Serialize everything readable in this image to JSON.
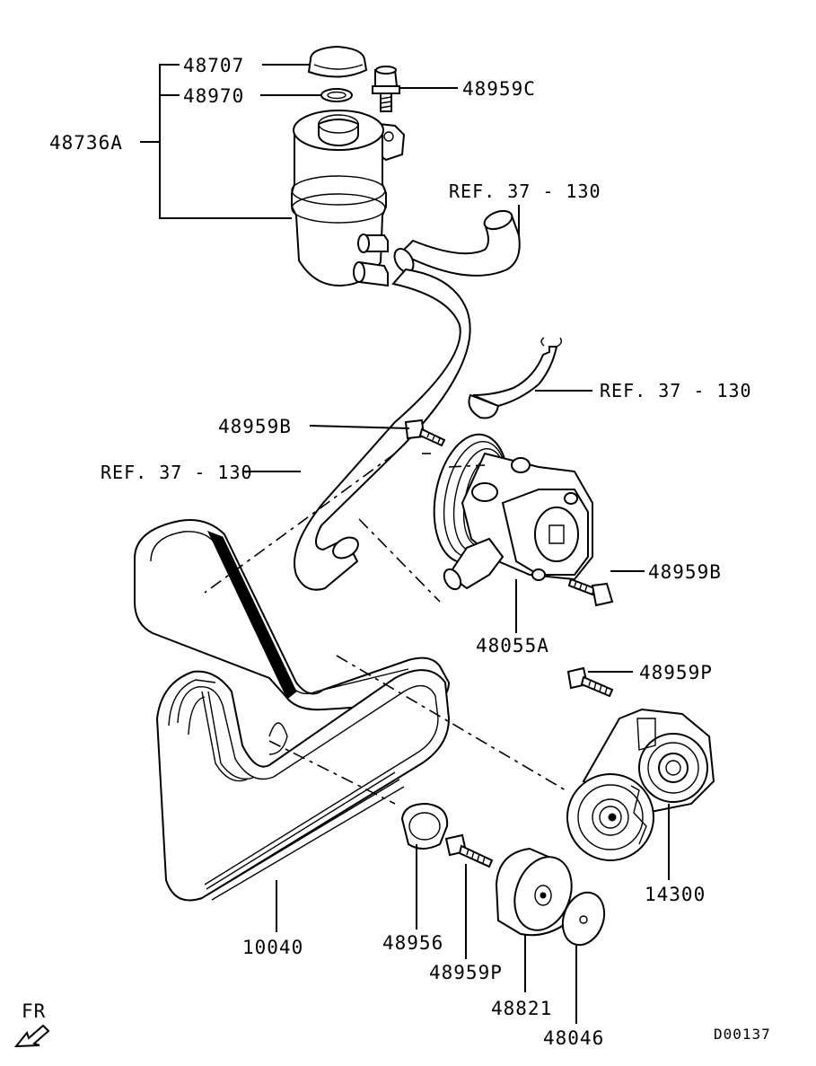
{
  "diagram": {
    "labels": {
      "cap": "48707",
      "gasket": "48970",
      "bolt_reservoir": "48959C",
      "reservoir": "48736A",
      "ref_upper": "REF. 37 - 130",
      "ref_right": "REF. 37 - 130",
      "ref_left": "REF. 37 - 130",
      "bolt_pump_top": "48959B",
      "bolt_pump_right": "48959B",
      "pump": "48055A",
      "bolt_tensioner": "48959P",
      "tensioner": "14300",
      "belt": "10040",
      "cover": "48956",
      "bolt_idler": "48959P",
      "idler_pulley": "48821",
      "idler_cover": "48046",
      "front_marker": "FR",
      "drawing_id": "D00137"
    }
  }
}
